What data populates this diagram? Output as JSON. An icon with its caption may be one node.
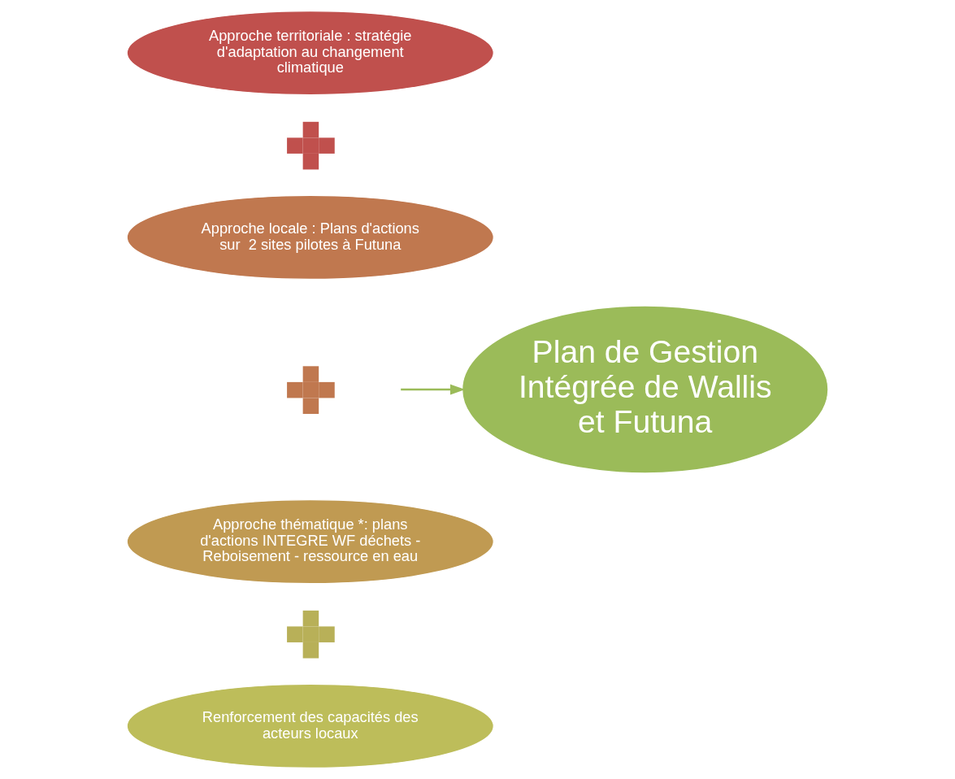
{
  "diagram": {
    "nodes": [
      {
        "text": [
          "Approche territoriale : stratégie d'adaptation au changement climatique"
        ]
      },
      {
        "text": [],
        "shape": "plus"
      },
      {
        "text": [
          "Approche locale : Plans d'actions sur  2 sites pilotes à Futuna"
        ]
      },
      {
        "text": [],
        "shape": "plus"
      },
      {
        "text": [
          "Approche thématique *: plans d'actions INTEGRE WF déchets - Reboisement - ressource en eau"
        ]
      },
      {
        "text": [],
        "shape": "plus"
      },
      {
        "text": [
          "Renforcement des capacités des acteurs locaux"
        ]
      },
      {
        "text": [
          "Plan de Gestion Intégrée de Wallis et Futuna"
        ]
      }
    ],
    "edges": [
      {
        "from": null,
        "to": 7,
        "arrow": "to"
      }
    ]
  }
}
